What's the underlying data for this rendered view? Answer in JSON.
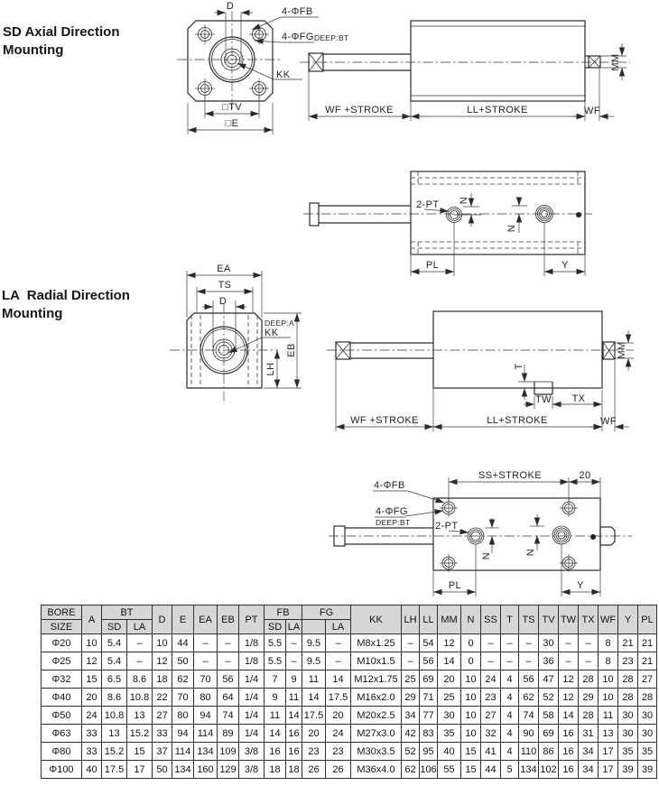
{
  "titles": {
    "sd_line1": "SD Axial Direction",
    "sd_line2": "Mounting",
    "la_line1": "LA  Radial Direction",
    "la_line2": "Mounting"
  },
  "drawing_labels": {
    "d": "D",
    "four_fb": "4-ΦFB",
    "four_fg": "4-ΦFG",
    "deep_bt": "DEEP:BT",
    "kk": "KK",
    "sq_tv": "□TV",
    "sq_e": "□E",
    "mm": "MM",
    "wf_stroke": "WF +STROKE",
    "ll_stroke": "LL+STROKE",
    "wf": "WF",
    "two_pt": "2-PT",
    "n": "N",
    "pl": "PL",
    "y": "Y",
    "ea": "EA",
    "ts": "TS",
    "deep_a": "DEEP:A",
    "eb": "EB",
    "lh": "LH",
    "t": "T",
    "tw": "TW",
    "tx": "TX",
    "ss_stroke": "SS+STROKE",
    "dim_20": "20"
  },
  "table": {
    "headers": {
      "bore": "BORE",
      "size": "SIZE",
      "a": "A",
      "bt": "BT",
      "sd": "SD",
      "la": "LA",
      "d": "D",
      "e": "E",
      "ea": "EA",
      "eb": "EB",
      "pt": "PT",
      "fb": "FB",
      "fg": "FG",
      "fg_blank": "",
      "kk": "KK",
      "lh": "LH",
      "ll": "LL",
      "mm": "MM",
      "n": "N",
      "ss": "SS",
      "t": "T",
      "ts": "TS",
      "tv": "TV",
      "tw": "TW",
      "tx": "TX",
      "wf": "WF",
      "y": "Y",
      "pl": "PL"
    },
    "rows": [
      [
        "Φ20",
        "10",
        "5.4",
        "–",
        "10",
        "44",
        "–",
        "–",
        "1/8",
        "5.5",
        "–",
        "9.5",
        "–",
        "M8x1.25",
        "–",
        "54",
        "12",
        "0",
        "–",
        "–",
        "–",
        "30",
        "–",
        "–",
        "8",
        "21",
        "21"
      ],
      [
        "Φ25",
        "12",
        "5.4",
        "–",
        "12",
        "50",
        "–",
        "–",
        "1/8",
        "5.5",
        "–",
        "9.5",
        "–",
        "M10x1.5",
        "–",
        "56",
        "14",
        "0",
        "–",
        "–",
        "–",
        "36",
        "–",
        "–",
        "8",
        "23",
        "21"
      ],
      [
        "Φ32",
        "15",
        "6.5",
        "8.6",
        "18",
        "62",
        "70",
        "56",
        "1/4",
        "7",
        "9",
        "11",
        "14",
        "M12x1.75",
        "25",
        "69",
        "20",
        "10",
        "24",
        "4",
        "56",
        "47",
        "12",
        "28",
        "10",
        "28",
        "27"
      ],
      [
        "Φ40",
        "20",
        "8.6",
        "10.8",
        "22",
        "70",
        "80",
        "64",
        "1/4",
        "9",
        "11",
        "14",
        "17.5",
        "M16x2.0",
        "29",
        "71",
        "25",
        "10",
        "23",
        "4",
        "62",
        "52",
        "12",
        "29",
        "10",
        "28",
        "28"
      ],
      [
        "Φ50",
        "24",
        "10.8",
        "13",
        "27",
        "80",
        "94",
        "74",
        "1/4",
        "11",
        "14",
        "17.5",
        "20",
        "M20x2.5",
        "34",
        "77",
        "30",
        "10",
        "27",
        "4",
        "74",
        "58",
        "14",
        "28",
        "11",
        "30",
        "30"
      ],
      [
        "Φ63",
        "33",
        "13",
        "15.2",
        "33",
        "94",
        "114",
        "89",
        "1/4",
        "14",
        "16",
        "20",
        "24",
        "M27x3.0",
        "42",
        "83",
        "35",
        "10",
        "32",
        "4",
        "90",
        "69",
        "16",
        "31",
        "13",
        "30",
        "30"
      ],
      [
        "Φ80",
        "33",
        "15.2",
        "15",
        "37",
        "114",
        "134",
        "109",
        "3/8",
        "16",
        "16",
        "23",
        "23",
        "M30x3.5",
        "52",
        "95",
        "40",
        "15",
        "41",
        "4",
        "110",
        "86",
        "16",
        "34",
        "17",
        "35",
        "35"
      ],
      [
        "Φ100",
        "40",
        "17.5",
        "17",
        "50",
        "134",
        "160",
        "129",
        "3/8",
        "18",
        "18",
        "26",
        "26",
        "M36x4.0",
        "62",
        "106",
        "55",
        "15",
        "44",
        "5",
        "134",
        "102",
        "16",
        "34",
        "17",
        "39",
        "39"
      ]
    ]
  },
  "colors": {
    "header_bg": "#d7d7d7",
    "line": "#2b2b2b"
  }
}
